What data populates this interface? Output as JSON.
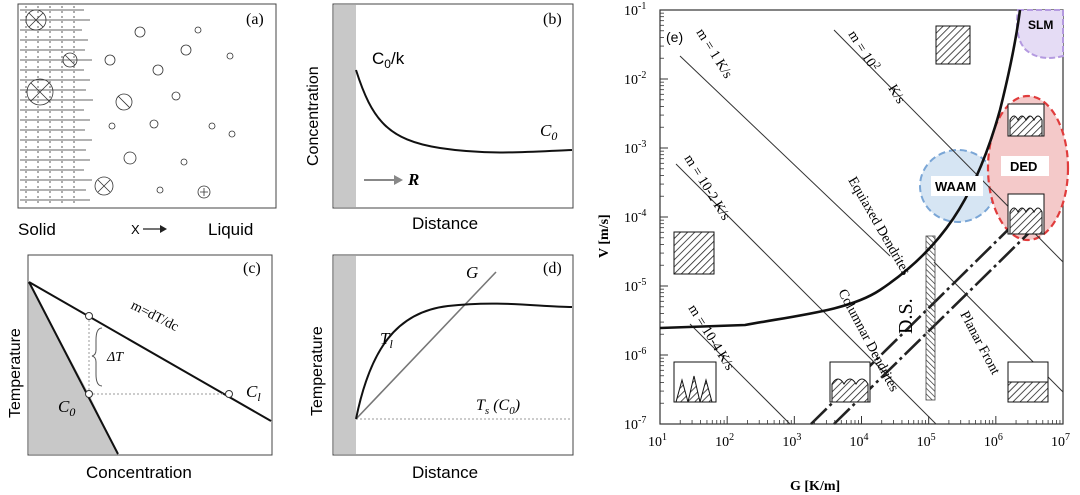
{
  "panels": {
    "a": {
      "label": "(a)",
      "solid": "Solid",
      "axis": "X",
      "liquid": "Liquid"
    },
    "b": {
      "label": "(b)",
      "ylabel": "Concentration",
      "xlabel": "Distance",
      "c0k": "C",
      "c0k_sub": "0",
      "c0k_rest": "/k",
      "c0": "C",
      "c0_sub": "0",
      "arrow_label": "R"
    },
    "c": {
      "label": "(c)",
      "ylabel": "Temperature",
      "xlabel": "Concentration",
      "slope": "m=dT/dc",
      "delta": "ΔT",
      "c0": "C",
      "c0_sub": "0",
      "cl": "C",
      "cl_sub": "l"
    },
    "d": {
      "label": "(d)",
      "ylabel": "Temperature",
      "xlabel": "Distance",
      "g": "G",
      "tl": "T",
      "tl_sub": "l",
      "ts": "T",
      "ts_sub": "s",
      "ts_rest": " (C",
      "ts_sub2": "0",
      "ts_end": ")"
    },
    "e": {
      "label": "(e)",
      "xlabel": "G [K/m]",
      "ylabel": "V [m/s]",
      "x_ticks": [
        {
          "base": "10",
          "exp": "1"
        },
        {
          "base": "10",
          "exp": "2"
        },
        {
          "base": "10",
          "exp": "3"
        },
        {
          "base": "10",
          "exp": "4"
        },
        {
          "base": "10",
          "exp": "5"
        },
        {
          "base": "10",
          "exp": "6"
        },
        {
          "base": "10",
          "exp": "7"
        }
      ],
      "y_ticks": [
        {
          "base": "10",
          "exp": "-1"
        },
        {
          "base": "10",
          "exp": "-2"
        },
        {
          "base": "10",
          "exp": "-3"
        },
        {
          "base": "10",
          "exp": "-4"
        },
        {
          "base": "10",
          "exp": "-5"
        },
        {
          "base": "10",
          "exp": "-6"
        },
        {
          "base": "10",
          "exp": "-7"
        }
      ],
      "rate_labels": [
        "m = 1 K/s",
        "m = 10",
        "K/s",
        "m = 10-2 K/s",
        "m = 10-4 K/s"
      ],
      "rate_exp": "2",
      "regions": [
        "Equiaxed Dendrites",
        "Columnar Dendrites",
        "Planar Front",
        "D.S."
      ],
      "processes": [
        "SLM",
        "DED",
        "WAAM"
      ],
      "colors": {
        "slm": "#b49ae0",
        "ded": "#e03c3c",
        "waam": "#7aa6d6"
      }
    }
  }
}
